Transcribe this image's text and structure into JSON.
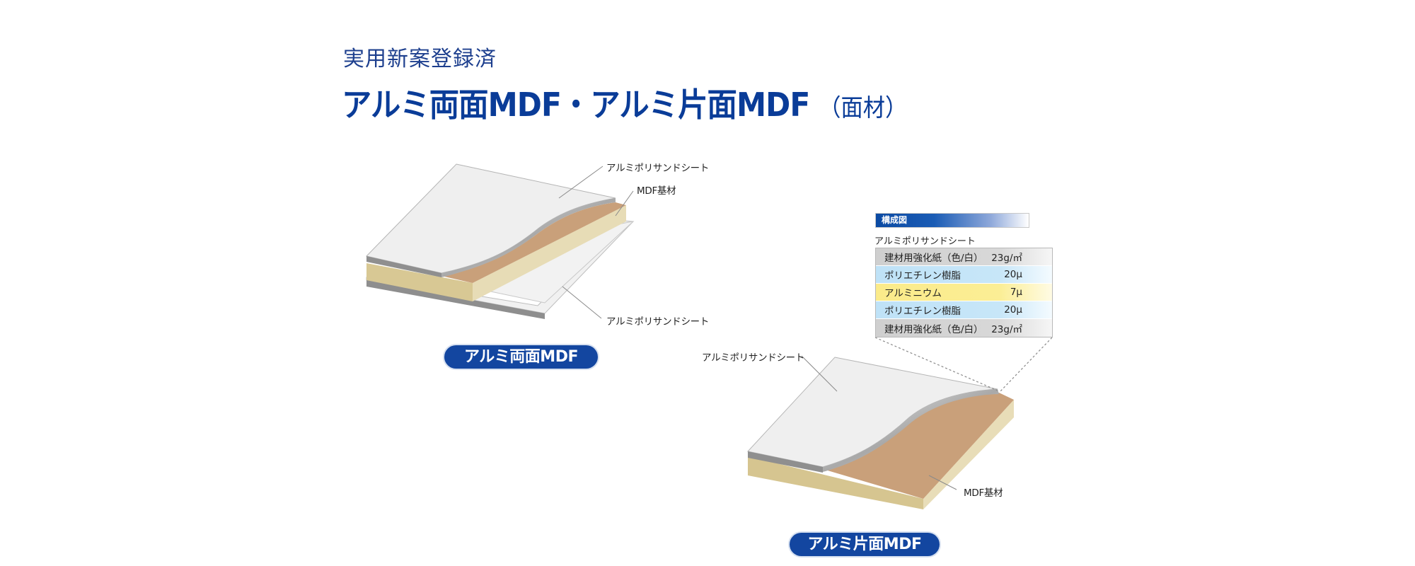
{
  "header": {
    "subtitle": "実用新案登録済",
    "title": "アルミ両面MDF・アルミ片面MDF",
    "title_suffix": "（面材）"
  },
  "colors": {
    "brand_blue": "#0a3c98",
    "badge_blue": "#1346a0",
    "sheet_white": "#efefef",
    "mdf_top": "#c9a27a",
    "mdf_edge": "#e6d9b2",
    "mdf_front": "#d8c794",
    "aluminium_edge": "#8c8c8c"
  },
  "diagram_double": {
    "labels": {
      "top_sheet": "アルミポリサンドシート",
      "core": "MDF基材",
      "bottom_sheet": "アルミポリサンドシート"
    },
    "badge": "アルミ両面MDF"
  },
  "diagram_single": {
    "labels": {
      "top_sheet": "アルミポリサンドシート",
      "core": "MDF基材"
    },
    "badge": "アルミ片面MDF"
  },
  "structure": {
    "heading": "構成図",
    "sheet_name": "アルミポリサンドシート",
    "layers": [
      {
        "name": "建材用強化紙（色/白）",
        "value": "23g/㎡",
        "tone": "gray"
      },
      {
        "name": "ポリエチレン樹脂",
        "value": "20μ",
        "tone": "blue"
      },
      {
        "name": "アルミニウム",
        "value": "7μ",
        "tone": "yellow"
      },
      {
        "name": "ポリエチレン樹脂",
        "value": "20μ",
        "tone": "blue"
      },
      {
        "name": "建材用強化紙（色/白）",
        "value": "23g/㎡",
        "tone": "gray"
      }
    ]
  }
}
